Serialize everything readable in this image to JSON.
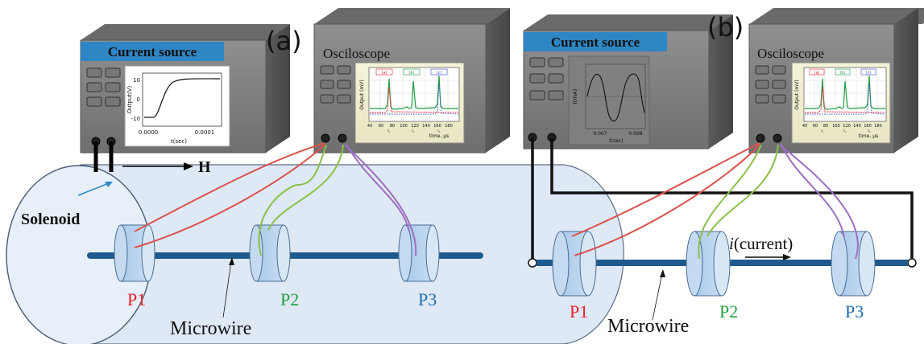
{
  "panel_a": {
    "label": "(a)",
    "source_title": "Current source",
    "scope_title": "Osciloscope",
    "field_label": "H",
    "solenoid_label": "Solenoid",
    "wire_label": "Microwire",
    "probes": [
      "P1",
      "P2",
      "P3"
    ],
    "source_plot": {
      "ylabel": "Output(V)",
      "xlabel": "t(sec)",
      "yticks": [
        "10",
        "0",
        "-10"
      ],
      "xticks": [
        "0.0000",
        "0.0001"
      ]
    },
    "scope_plot": {
      "ylabel": "Output (mV)",
      "xlabel": "time, µs",
      "xticks": [
        "40",
        "60",
        "80",
        "100",
        "120",
        "140",
        "160",
        "180"
      ],
      "legend": [
        "(a)",
        "(b)",
        "(c)"
      ],
      "markers": [
        "t₁",
        "t₂",
        "t₃"
      ]
    }
  },
  "panel_b": {
    "label": "(b)",
    "source_title": "Current source",
    "scope_title": "Osciloscope",
    "current_label_italic": "i",
    "current_label_rest": "(current)",
    "wire_label": "Microwire",
    "probes": [
      "P1",
      "P2",
      "P3"
    ],
    "source_plot": {
      "ylabel": "I(mA)",
      "xlabel": "t(sec)",
      "xticks": [
        "0.007",
        "0.008"
      ]
    },
    "scope_plot": {
      "ylabel": "Output (mV)",
      "xlabel": "time, µs",
      "xticks": [
        "40",
        "60",
        "80",
        "100",
        "120",
        "140",
        "160",
        "180"
      ],
      "legend": [
        "(a)",
        "(b)",
        "(c)"
      ],
      "markers": [
        "t₁",
        "t₂",
        "t₃"
      ]
    }
  },
  "colors": {
    "p1": "#e8202a",
    "p2": "#1f9e3f",
    "p3": "#1f6fae",
    "wire": "#1f5a8c",
    "title_bar": "#2f86c4",
    "red_lead": "#d9534f",
    "green_lead": "#8cbf4a",
    "purple_lead": "#9b6fc0"
  }
}
